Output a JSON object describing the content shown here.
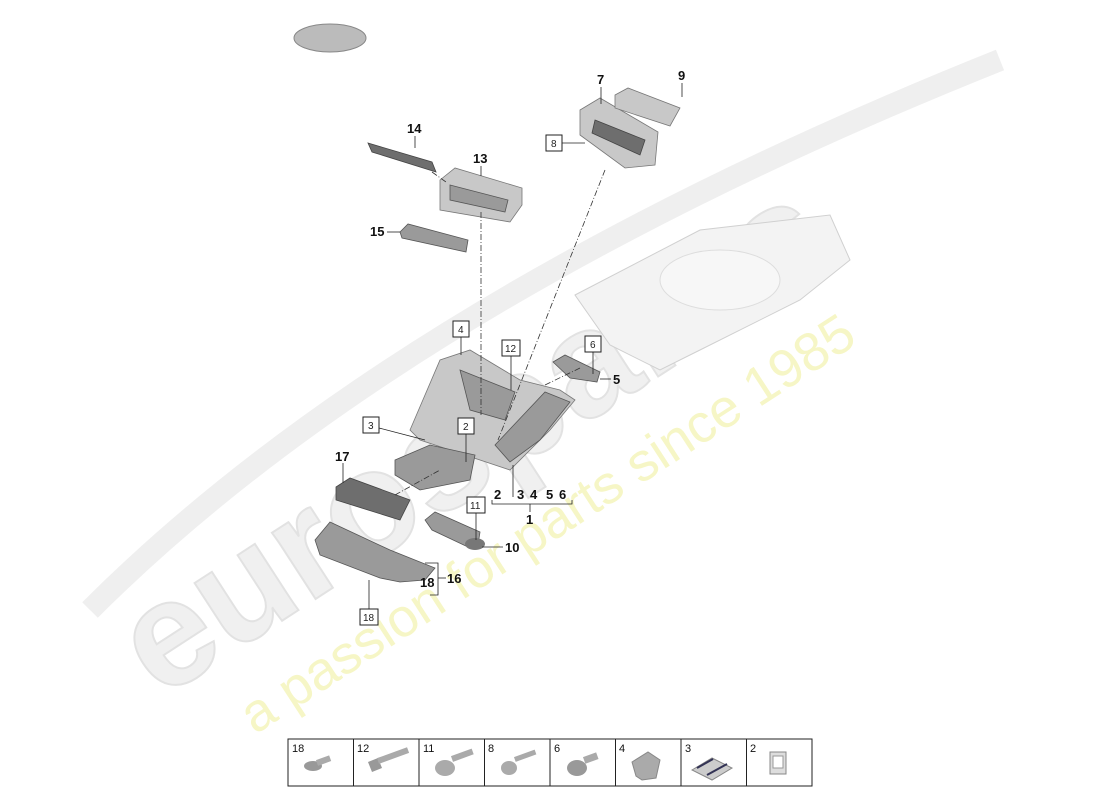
{
  "watermark": {
    "brand": "eurospares",
    "tagline": "a passion for parts since 1985"
  },
  "callouts": {
    "c14": "14",
    "c13": "13",
    "c15": "15",
    "c7": "7",
    "c9": "9",
    "c8": "8",
    "c4": "4",
    "c12": "12",
    "c6": "6",
    "c5": "5",
    "c3": "3",
    "c2": "2",
    "c17": "17",
    "c1": "1",
    "c11": "11",
    "c10": "10",
    "c16": "16",
    "c18a": "18",
    "c18b": "18",
    "group1": [
      "2",
      "3",
      "4",
      "5",
      "6"
    ]
  },
  "legend_strip": [
    {
      "num": "18",
      "icon": "flat-head-screw-icon"
    },
    {
      "num": "12",
      "icon": "hex-flange-bolt-icon"
    },
    {
      "num": "11",
      "icon": "torx-pan-head-screw-icon"
    },
    {
      "num": "8",
      "icon": "tapping-screw-icon"
    },
    {
      "num": "6",
      "icon": "pan-head-screw-icon"
    },
    {
      "num": "4",
      "icon": "clip-nut-icon"
    },
    {
      "num": "3",
      "icon": "spring-clip-icon"
    },
    {
      "num": "2",
      "icon": "retaining-clip-icon"
    }
  ]
}
